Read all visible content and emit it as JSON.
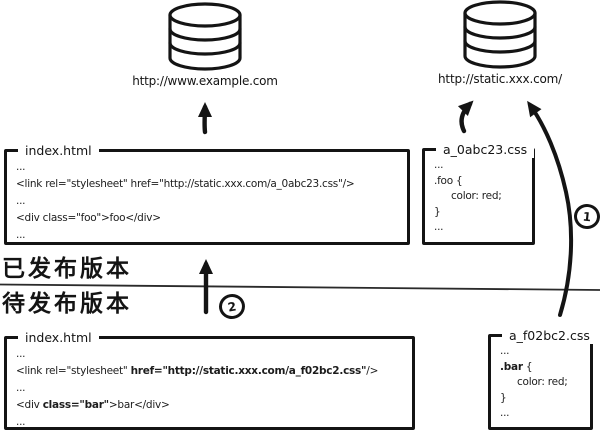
{
  "servers": {
    "example": "http://www.example.com",
    "static": "http://static.xxx.com/"
  },
  "sections": {
    "published_label": "已发布版本",
    "pending_label": "待发布版本"
  },
  "badges": {
    "one": "1",
    "two": "2"
  },
  "published": {
    "html": {
      "title": "index.html",
      "l1": "...",
      "l2": "<link rel=\"stylesheet\" href=\"http://static.xxx.com/a_0abc23.css\"/>",
      "l3": "...",
      "l4": "<div class=\"foo\">foo</div>",
      "l5": "..."
    },
    "css": {
      "title": "a_0abc23.css",
      "l1": "...",
      "l2": ".foo {",
      "l3": "color: red;",
      "l4": "}",
      "l5": "..."
    }
  },
  "pending": {
    "html": {
      "title": "index.html",
      "l1": "...",
      "l2a": "<link rel=\"stylesheet\" ",
      "l2b": "href=\"http://static.xxx.com/a_f02bc2.css\"",
      "l2c": "/>",
      "l3": "...",
      "l4a": "<div ",
      "l4b": "class=\"bar\"",
      "l4c": ">bar</div>",
      "l5": "..."
    },
    "css": {
      "title": "a_f02bc2.css",
      "l1": "...",
      "l2a": ".bar",
      "l2b": " {",
      "l3": "color: red;",
      "l4": "}",
      "l5": "..."
    }
  },
  "colors": {
    "ink": "#141414",
    "paper": "#ffffff"
  }
}
